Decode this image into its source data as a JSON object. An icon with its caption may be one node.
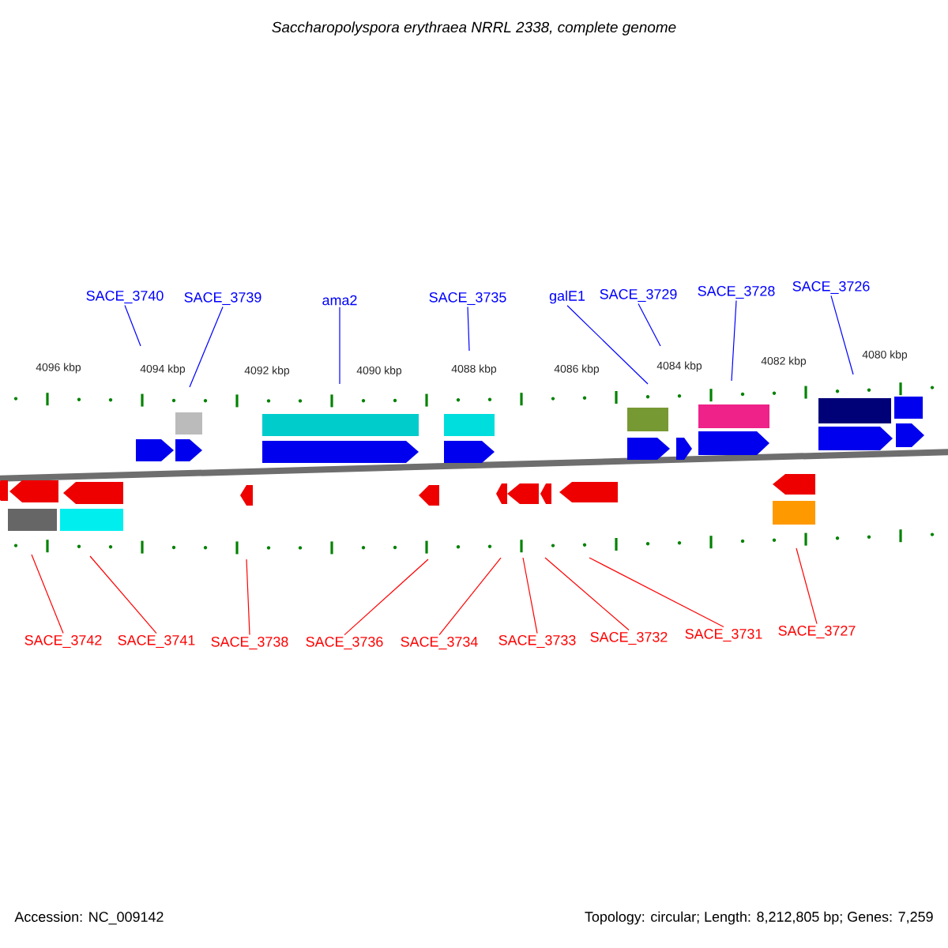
{
  "diagram": {
    "title": "Saccharopolyspora erythraea NRRL 2338, complete genome",
    "nodes": [
      {
        "text": [
          "SACE_3740"
        ]
      },
      {
        "text": [
          "SACE_3739"
        ]
      },
      {
        "text": [
          "ama2"
        ]
      },
      {
        "text": [
          "SACE_3735"
        ]
      },
      {
        "text": [
          "galE1"
        ]
      },
      {
        "text": [
          "SACE_3729"
        ]
      },
      {
        "text": [
          "SACE_3728"
        ]
      },
      {
        "text": [
          "SACE_3726"
        ]
      },
      {
        "text": [
          "SACE_3742"
        ]
      },
      {
        "text": [
          "SACE_3741"
        ]
      },
      {
        "text": [
          "SACE_3738"
        ]
      },
      {
        "text": [
          "SACE_3736"
        ]
      },
      {
        "text": [
          "SACE_3734"
        ]
      },
      {
        "text": [
          "SACE_3733"
        ]
      },
      {
        "text": [
          "SACE_3732"
        ]
      },
      {
        "text": [
          "SACE_3731"
        ]
      },
      {
        "text": [
          "SACE_3727"
        ]
      }
    ],
    "edges": [
      {
        "from": 0,
        "to": null,
        "arrow": "none",
        "color": "#0000ff"
      },
      {
        "from": 1,
        "to": null,
        "arrow": "none",
        "color": "#0000ff"
      },
      {
        "from": 2,
        "to": null,
        "arrow": "none",
        "color": "#0000ff"
      },
      {
        "from": 3,
        "to": null,
        "arrow": "none",
        "color": "#0000ff"
      },
      {
        "from": 4,
        "to": null,
        "arrow": "none",
        "color": "#0000ff"
      },
      {
        "from": 5,
        "to": null,
        "arrow": "none",
        "color": "#0000ff"
      },
      {
        "from": 6,
        "to": null,
        "arrow": "none",
        "color": "#0000ff"
      },
      {
        "from": 7,
        "to": null,
        "arrow": "none",
        "color": "#0000ff"
      },
      {
        "from": 8,
        "to": null,
        "arrow": "none",
        "color": "#ff0000"
      },
      {
        "from": 9,
        "to": null,
        "arrow": "none",
        "color": "#ff0000"
      },
      {
        "from": 10,
        "to": null,
        "arrow": "none",
        "color": "#ff0000"
      },
      {
        "from": 11,
        "to": null,
        "arrow": "none",
        "color": "#ff0000"
      },
      {
        "from": 12,
        "to": null,
        "arrow": "none",
        "color": "#ff0000"
      },
      {
        "from": 13,
        "to": null,
        "arrow": "none",
        "color": "#ff0000"
      },
      {
        "from": 14,
        "to": null,
        "arrow": "none",
        "color": "#ff0000"
      },
      {
        "from": 15,
        "to": null,
        "arrow": "none",
        "color": "#ff0000"
      },
      {
        "from": 16,
        "to": null,
        "arrow": "none",
        "color": "#ff0000"
      }
    ],
    "labels": [
      "4096 kbp",
      "4094 kbp",
      "4092 kbp",
      "4090 kbp",
      "4088 kbp",
      "4086 kbp",
      "4084 kbp",
      "4082 kbp",
      "4080 kbp",
      "Accession: NC_009142",
      "Topology: circular; Length: 8,212,805 bp; Genes: 7,259"
    ]
  }
}
